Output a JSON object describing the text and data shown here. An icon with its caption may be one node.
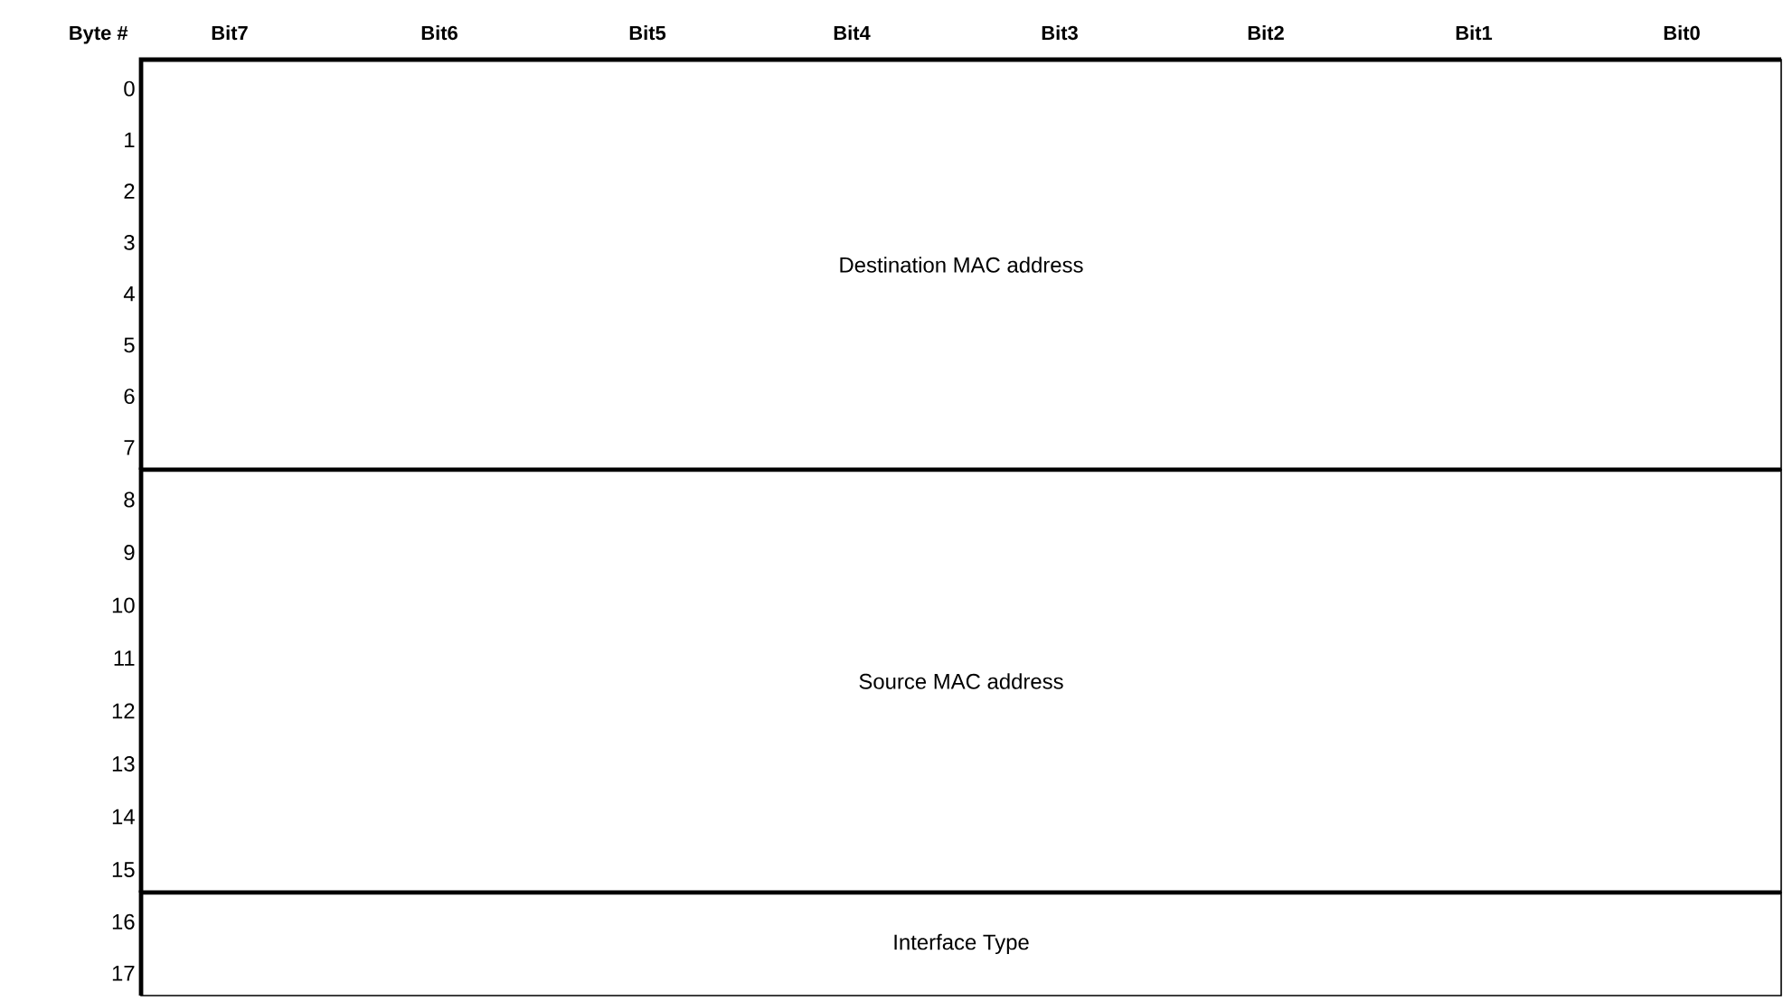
{
  "diagram": {
    "nodes": [
      {
        "text": [
          "Destination MAC address"
        ]
      },
      {
        "text": [
          "Source MAC address"
        ]
      },
      {
        "text": [
          "Interface Type"
        ]
      }
    ],
    "labels": [
      "Byte #",
      "Bit7",
      "Bit6",
      "Bit5",
      "Bit4",
      "Bit3",
      "Bit2",
      "Bit1",
      "Bit0",
      "0",
      "1",
      "2",
      "3",
      "4",
      "5",
      "6",
      "7",
      "8",
      "9",
      "10",
      "11",
      "12",
      "13",
      "14",
      "15",
      "16",
      "17"
    ]
  }
}
